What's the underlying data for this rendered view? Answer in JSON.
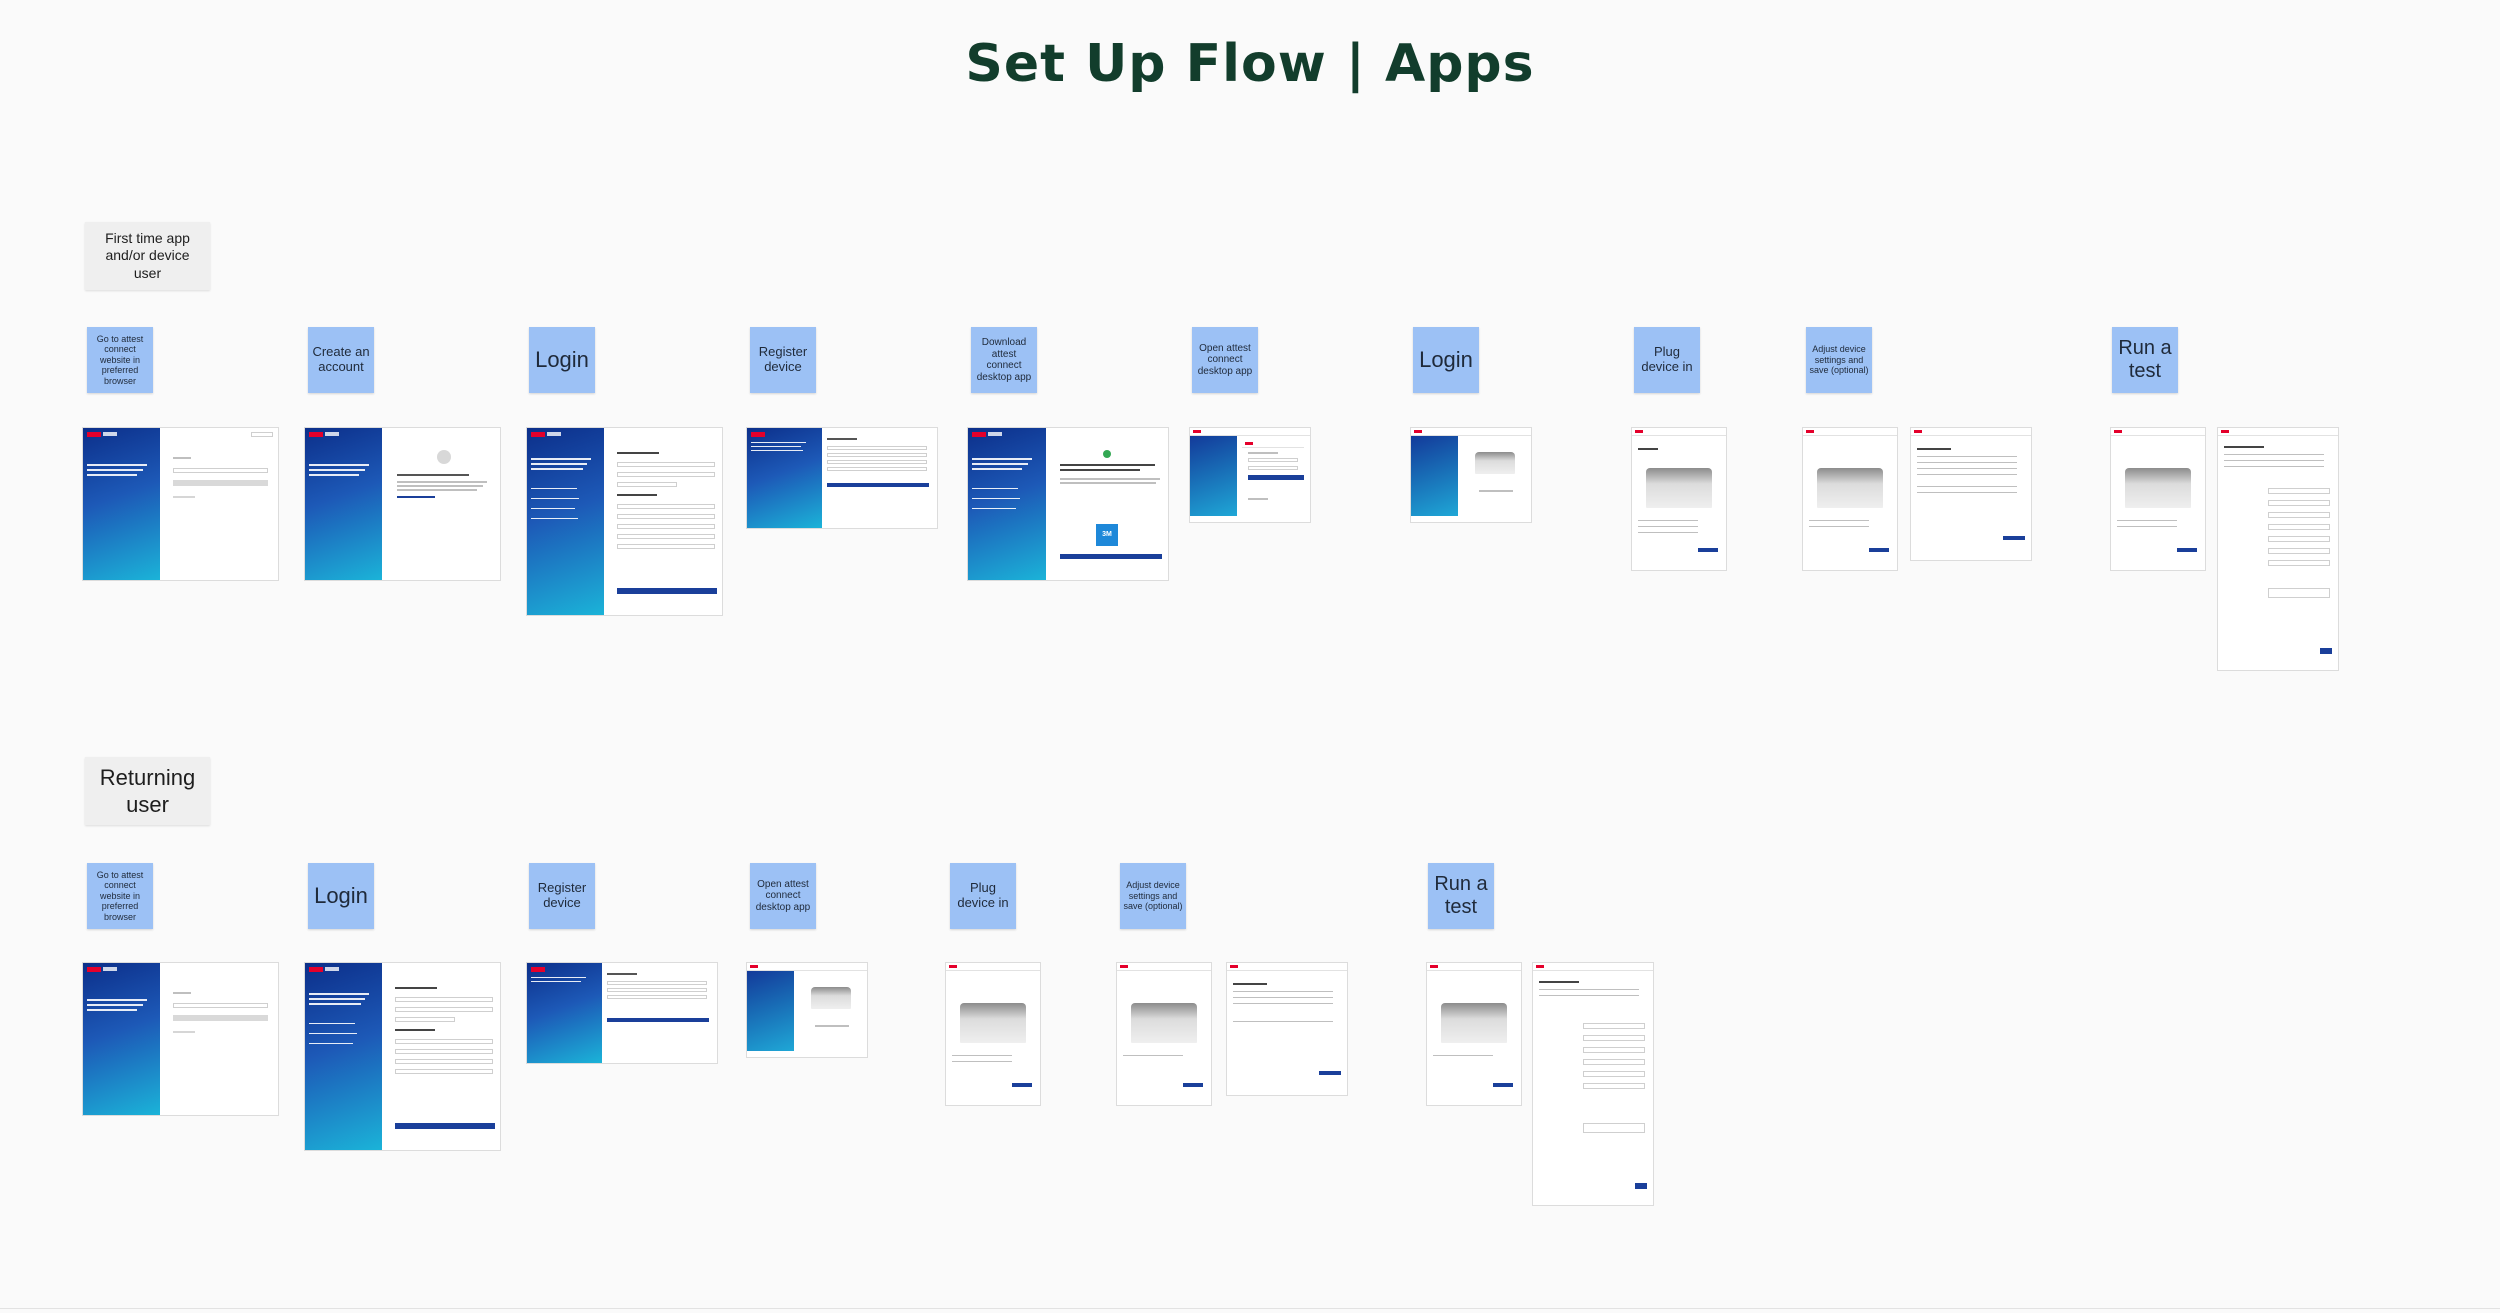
{
  "page": {
    "title": "Set Up Flow | Apps"
  },
  "sections": {
    "first_time": {
      "label": "First time app and/or device user",
      "steps": [
        "Go to attest connect website in preferred browser",
        "Create an account",
        "Login",
        "Register device",
        "Download attest connect desktop app",
        "Open attest connect desktop app",
        "Login",
        "Plug device in",
        "Adjust device settings and save (optional)",
        "Run a test"
      ]
    },
    "returning": {
      "label": "Returning user",
      "steps": [
        "Go to attest connect website in preferred browser",
        "Login",
        "Register device",
        "Open attest connect desktop app",
        "Plug device in",
        "Adjust device settings and save (optional)",
        "Run a test"
      ]
    }
  },
  "colors": {
    "title": "#123d2c",
    "sticky": "#9cc1f5",
    "section_label_bg": "#efefef",
    "brand_blue": "#1a3f9a",
    "brand_red": "#e4002b"
  }
}
